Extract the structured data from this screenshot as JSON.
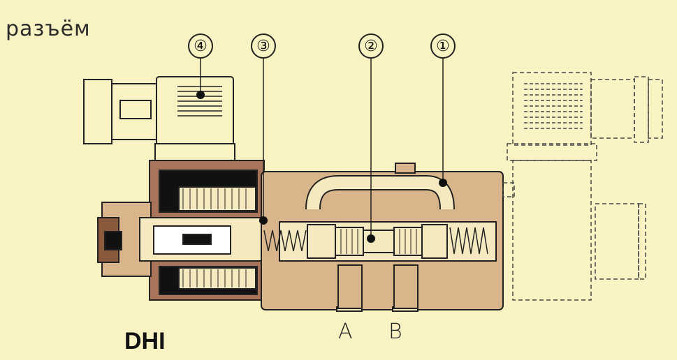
{
  "diagram": {
    "connector_label": "разъём",
    "model_label": "DHI",
    "ports": [
      "A",
      "B"
    ],
    "callouts": [
      "④",
      "③",
      "②",
      "①"
    ]
  },
  "colors": {
    "background": "#f9f3c3",
    "body": "#d9b58c",
    "body_shadow": "#8a5a3c",
    "dark": "#1a1a1a",
    "outline": "#2a2a2a"
  }
}
